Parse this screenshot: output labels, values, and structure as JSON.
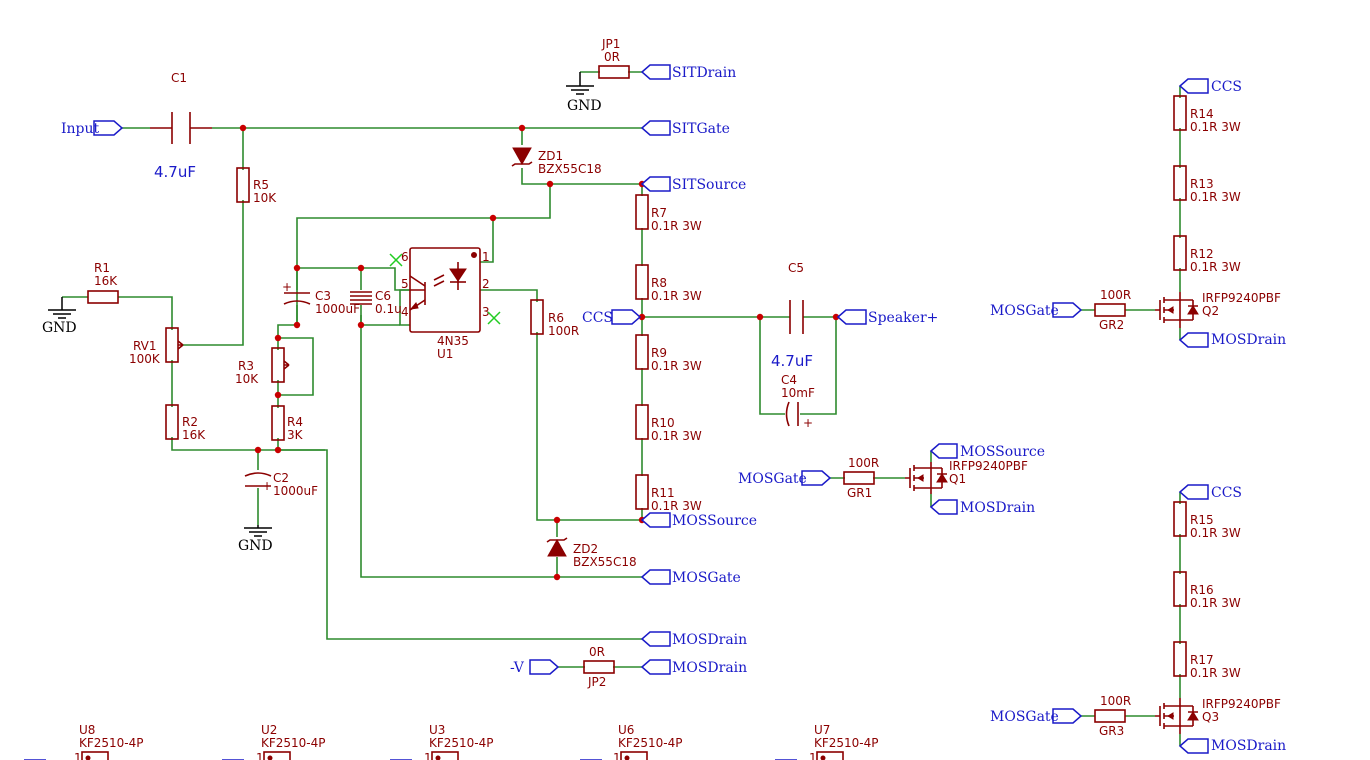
{
  "labels": {
    "c1": "C1",
    "c1_val": "4.7uF",
    "jp1": "JP1",
    "jp1_val": "0R",
    "zd1": "ZD1",
    "zd1_val": "BZX55C18",
    "r5": "R5",
    "r5_val": "10K",
    "r1": "R1",
    "r1_val": "16K",
    "rv1": "RV1",
    "rv1_val": "100K",
    "r2": "R2",
    "r2_val": "16K",
    "c3": "C3",
    "c3_val": "1000uF",
    "c6": "C6",
    "c6_val": "0.1u",
    "r3": "R3",
    "r3_val": "10K",
    "r4": "R4",
    "r4_val": "3K",
    "c2": "C2",
    "c2_val": "1000uF",
    "u1": "U1",
    "u1_val": "4N35",
    "r6": "R6",
    "r6_val": "100R",
    "zd2": "ZD2",
    "zd2_val": "BZX55C18",
    "r7": "R7",
    "r7_val": "0.1R 3W",
    "r8": "R8",
    "r8_val": "0.1R 3W",
    "r9": "R9",
    "r9_val": "0.1R 3W",
    "r10": "R10",
    "r10_val": "0.1R 3W",
    "r11": "R11",
    "r11_val": "0.1R 3W",
    "c5": "C5",
    "c5_val": "4.7uF",
    "c4": "C4",
    "c4_val": "10mF",
    "gr1": "GR1",
    "gr1_val": "100R",
    "q1": "Q1",
    "q1_val": "IRFP9240PBF",
    "jp2": "JP2",
    "jp2_val": "0R",
    "r14": "R14",
    "r14_val": "0.1R 3W",
    "r13": "R13",
    "r13_val": "0.1R 3W",
    "r12": "R12",
    "r12_val": "0.1R 3W",
    "gr2": "GR2",
    "gr2_val": "100R",
    "q2": "Q2",
    "q2_val": "IRFP9240PBF",
    "r15": "R15",
    "r15_val": "0.1R 3W",
    "r16": "R16",
    "r16_val": "0.1R 3W",
    "r17": "R17",
    "r17_val": "0.1R 3W",
    "gr3": "GR3",
    "gr3_val": "100R",
    "q3": "Q3",
    "q3_val": "IRFP9240PBF",
    "u8": "U8",
    "u2": "U2",
    "u3": "U3",
    "u6": "U6",
    "u7": "U7",
    "kf": "KF2510-4P",
    "pin1": "1",
    "pin2": "2",
    "pin3": "3",
    "pin4": "4",
    "pin5": "5",
    "pin6": "6",
    "plus": "+"
  },
  "nets": {
    "input": "Input",
    "sitdrain": "SITDrain",
    "sitgate": "SITGate",
    "sitsource": "SITSource",
    "ccs": "CCS",
    "speaker": "Speaker+",
    "mossource": "MOSSource",
    "mosgate": "MOSGate",
    "mosdrain": "MOSDrain",
    "negv": "-V",
    "gnd": "GND"
  },
  "colors": {
    "wire": "#2e8b2e",
    "component": "#8b0000",
    "netlabel": "#1a1ac8",
    "junction": "#c80000",
    "noconnect": "#22cc22"
  }
}
